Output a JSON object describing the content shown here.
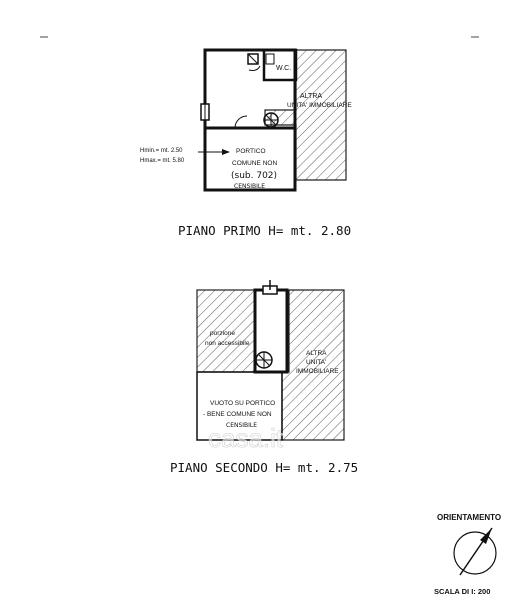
{
  "floor1": {
    "title": "PIANO PRIMO H= mt. 2.80",
    "label_wc": "W.C.",
    "label_altra": "ALTRA",
    "label_unita": "UNITA'  IMMOBILIARE",
    "label_hmin": "Hmin.= mt. 2.50",
    "label_hmax": "Hmax.= mt. 5.80",
    "label_portico": "PORTICO",
    "label_comune": "COMUNE NON",
    "label_sub": "(sub. 702)",
    "label_censibile": "CENSIBILE"
  },
  "floor2": {
    "title": "PIANO SECONDO H= mt. 2.75",
    "label_porzione": "porzione",
    "label_non_accessibile": "non accessibile",
    "label_altra": "ALTRA",
    "label_unita": "UNITA'",
    "label_immobiliare": "IMMOBILIARE",
    "label_vuoto": "VUOTO SU PORTICO",
    "label_bene": "- BENE COMUNE  NON",
    "label_censibile": "CENSIBILE"
  },
  "footer": {
    "orientamento": "ORIENTAMENTO",
    "scala": "SCALA DI I: 200"
  },
  "watermark": "casa.it"
}
